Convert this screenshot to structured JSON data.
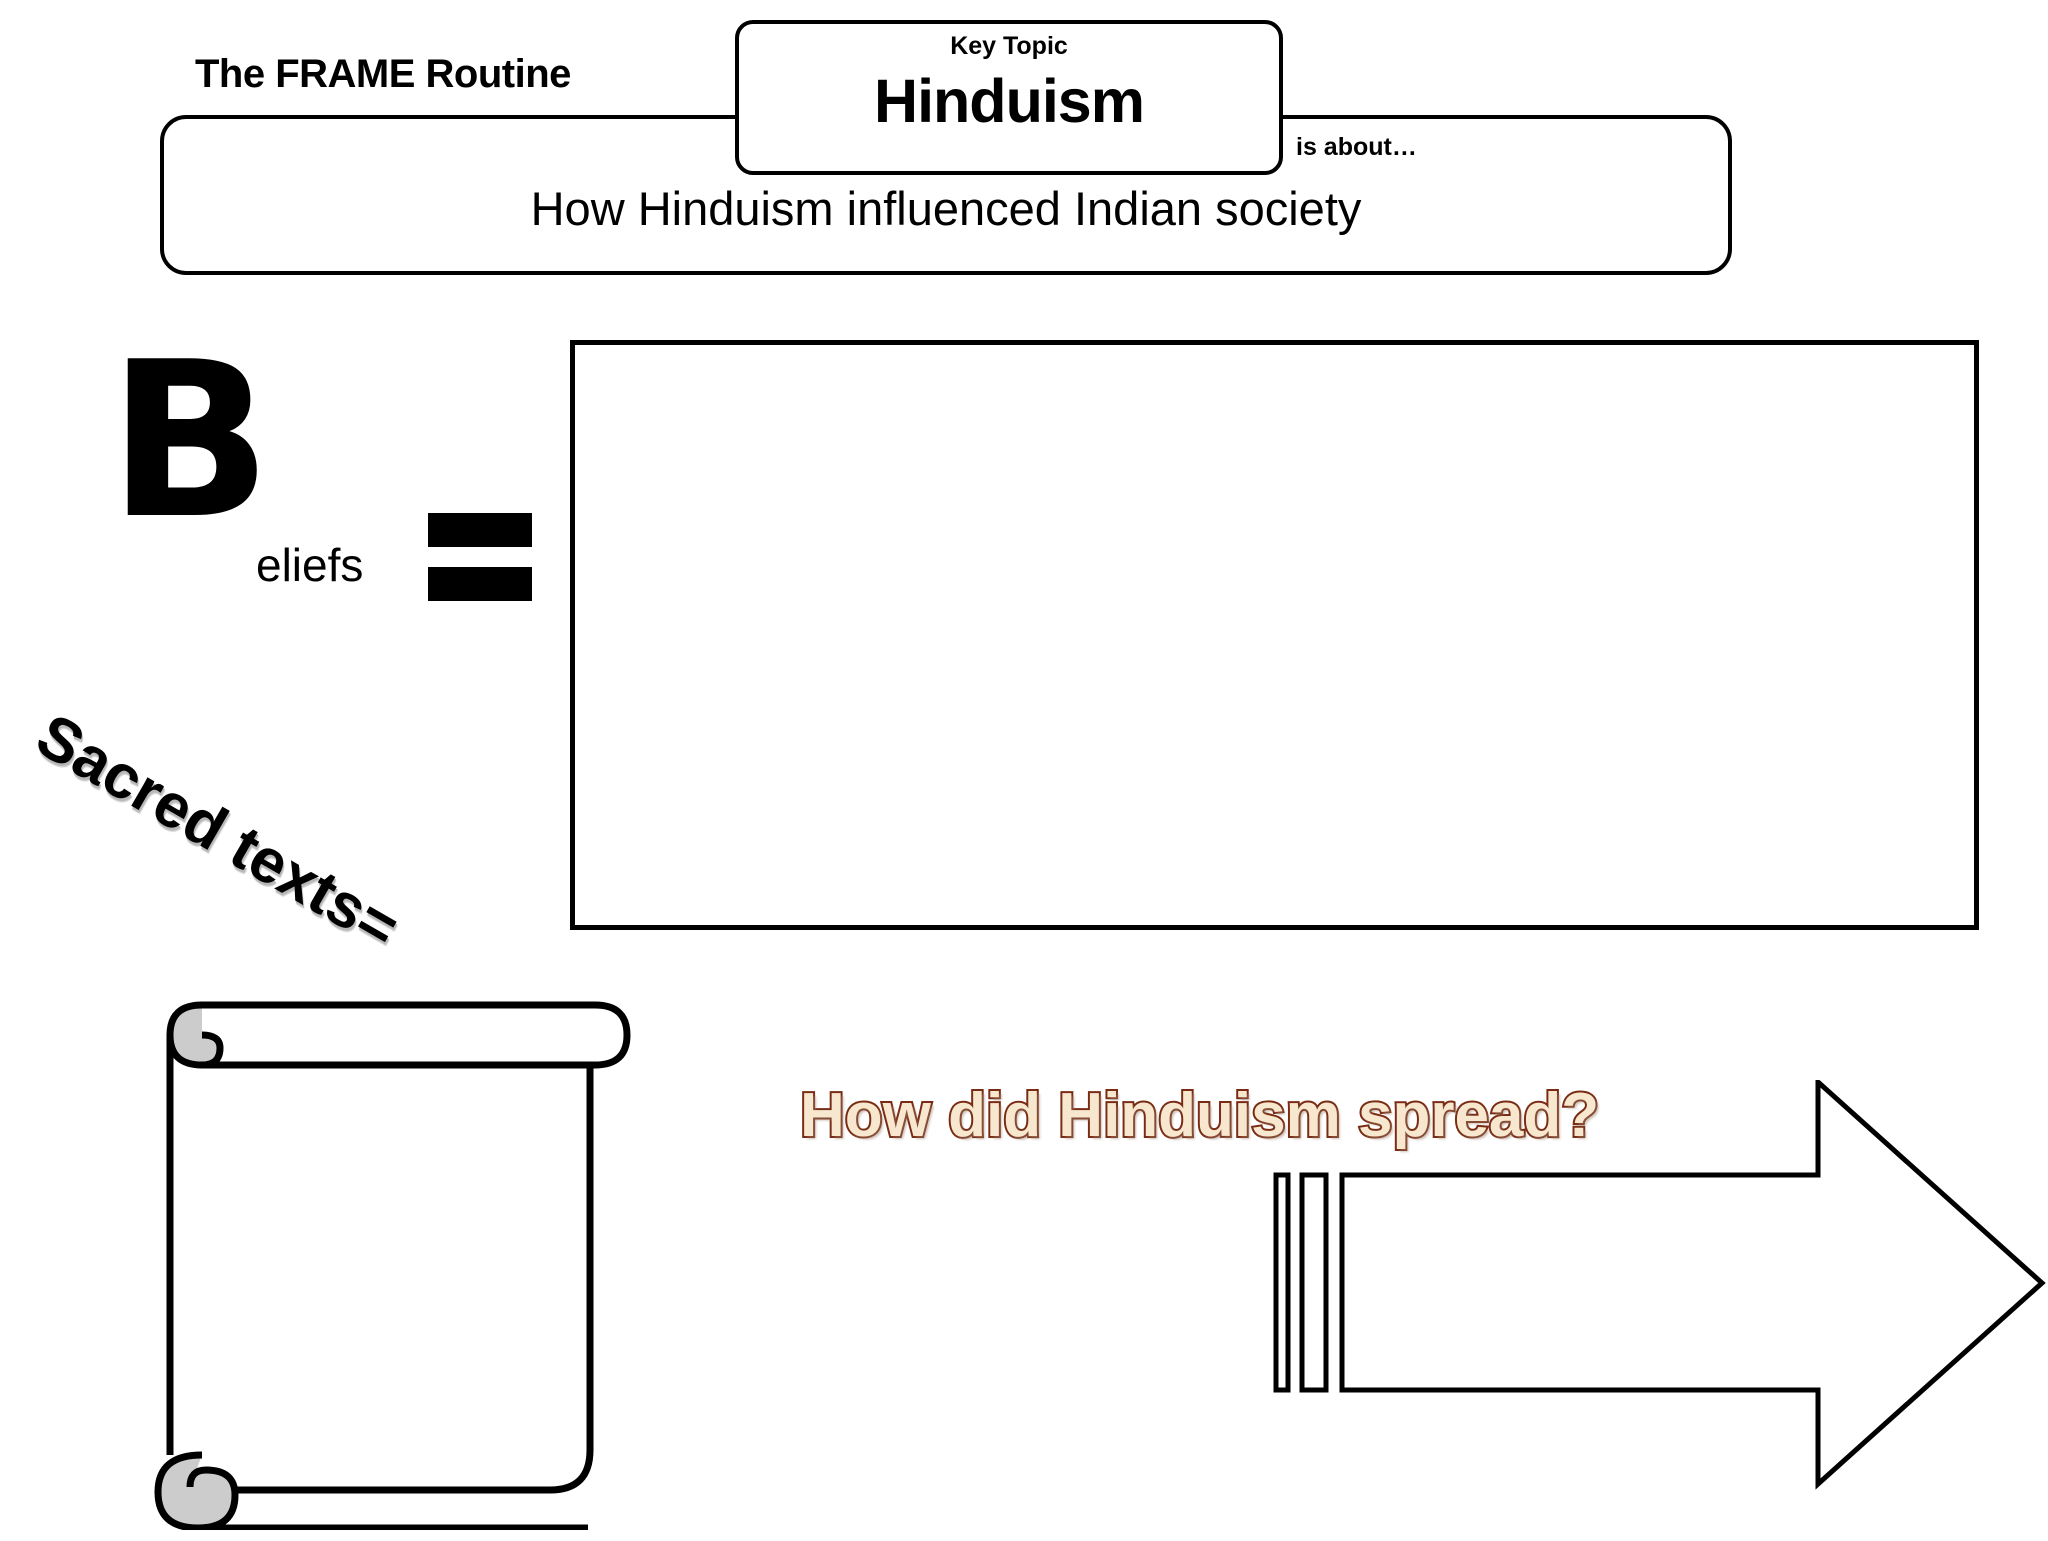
{
  "header": {
    "routine_title": "The FRAME Routine",
    "key_topic_label": "Key Topic",
    "key_topic_value": "Hinduism",
    "is_about_label": "is about…",
    "is_about_value": "How Hinduism influenced Indian society"
  },
  "beliefs": {
    "initial": "B",
    "rest": "eliefs",
    "equals_symbol": "=",
    "content": ""
  },
  "sacred_texts": {
    "label": "Sacred texts=",
    "content": ""
  },
  "spread": {
    "question": "How did Hinduism spread?",
    "content": ""
  },
  "colors": {
    "outline": "#000000",
    "scroll_curl_fill": "#CCCCCC",
    "wordart_spread_fill": "#F7E7CE",
    "wordart_spread_outline": "#7A2B13",
    "wordart_sacred_fill": "#000000",
    "wordart_sacred_outline": "#FFFFFF",
    "page_background": "#FFFFFF"
  }
}
